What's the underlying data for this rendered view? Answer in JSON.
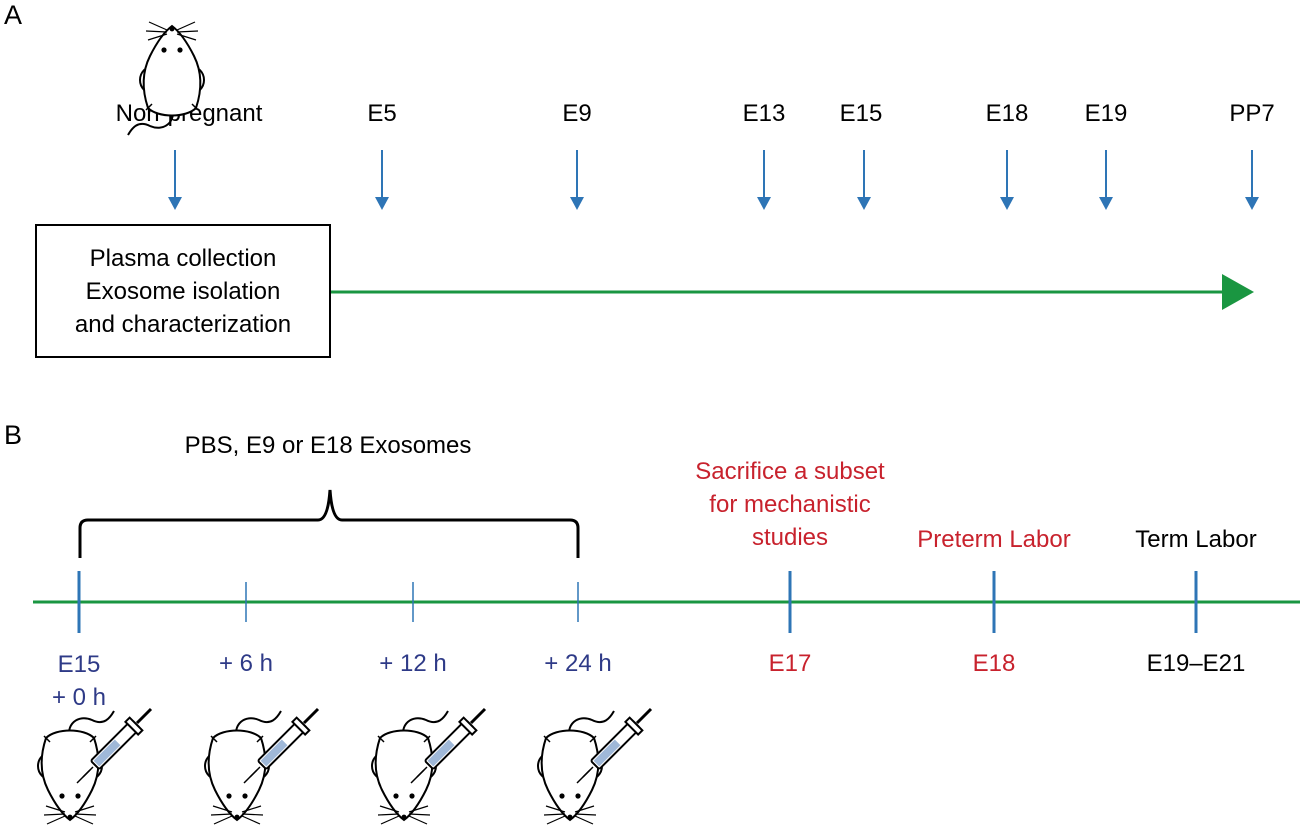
{
  "panel_a": {
    "label": "A",
    "timepoints": [
      "Non-pregnant",
      "E5",
      "E9",
      "E13",
      "E15",
      "E18",
      "E19",
      "PP7"
    ],
    "box_lines": [
      "Plasma collection",
      "Exosome isolation",
      "and characterization"
    ]
  },
  "panel_b": {
    "label": "B",
    "brace_label": "PBS, E9 or E18 Exosomes",
    "events": {
      "sacrifice": [
        "Sacrifice a subset",
        "for mechanistic",
        "studies"
      ],
      "preterm": "Preterm Labor",
      "term": "Term Labor"
    },
    "ticks": {
      "t0_line1": "E15",
      "t0_line2": "+ 0 h",
      "t6": "+ 6 h",
      "t12": "+ 12 h",
      "t24": "+ 24 h",
      "e17": "E17",
      "e18": "E18",
      "term": "E19–E21"
    }
  },
  "colors": {
    "arrow_blue": "#2e75b6",
    "timeline_green": "#1a9641",
    "tick_label_navy": "#2e3a87",
    "event_red": "#c8222d"
  },
  "icons": [
    "mouse-icon",
    "syringe-icon"
  ]
}
